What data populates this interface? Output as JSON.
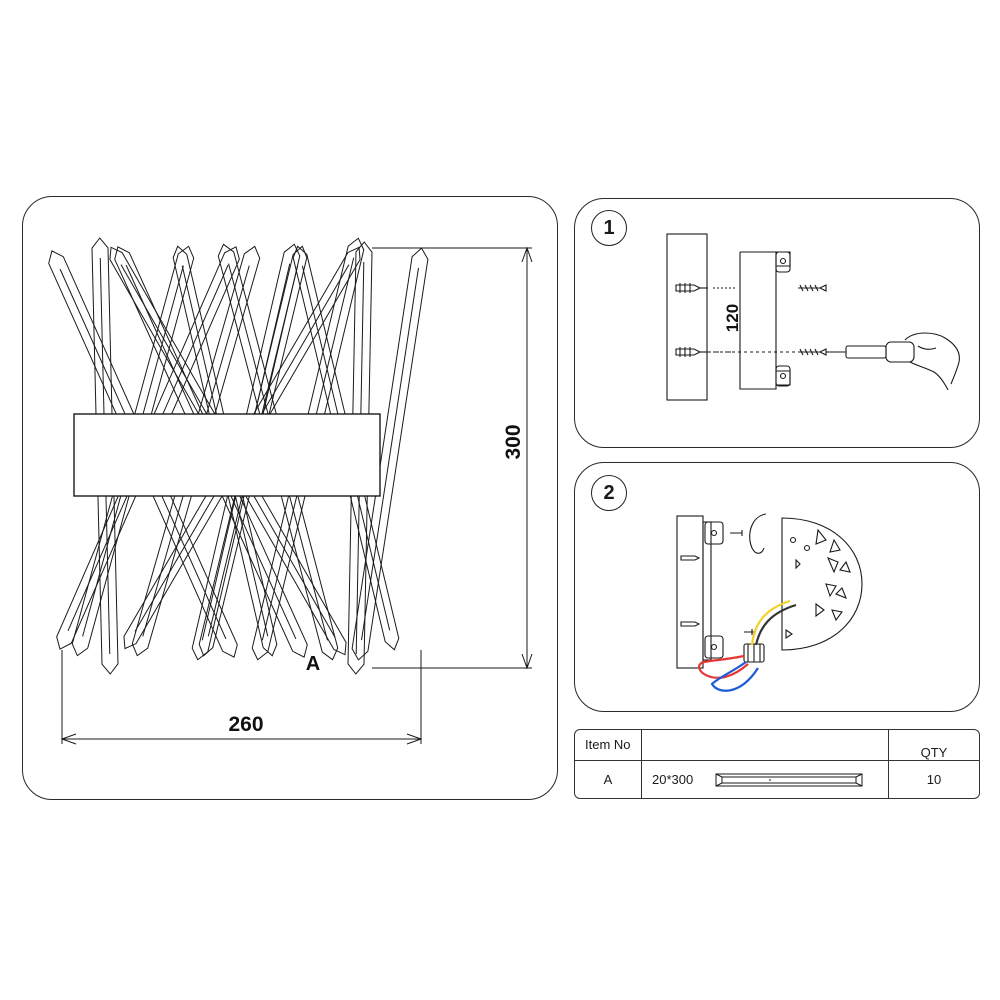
{
  "main_drawing": {
    "height_dim": "300",
    "width_dim": "260",
    "part_label": "A"
  },
  "step1": {
    "number": "1",
    "spacing_dim": "120"
  },
  "step2": {
    "number": "2"
  },
  "parts_table": {
    "headers": [
      "Item No",
      "",
      "QTY"
    ],
    "rows": [
      {
        "item": "A",
        "size": "20*300",
        "qty": "10"
      }
    ]
  },
  "colors": {
    "line": "#1a1a1a",
    "wire_red": "#e53935",
    "wire_blue": "#1e5bd8",
    "wire_yellow": "#f2d024"
  }
}
